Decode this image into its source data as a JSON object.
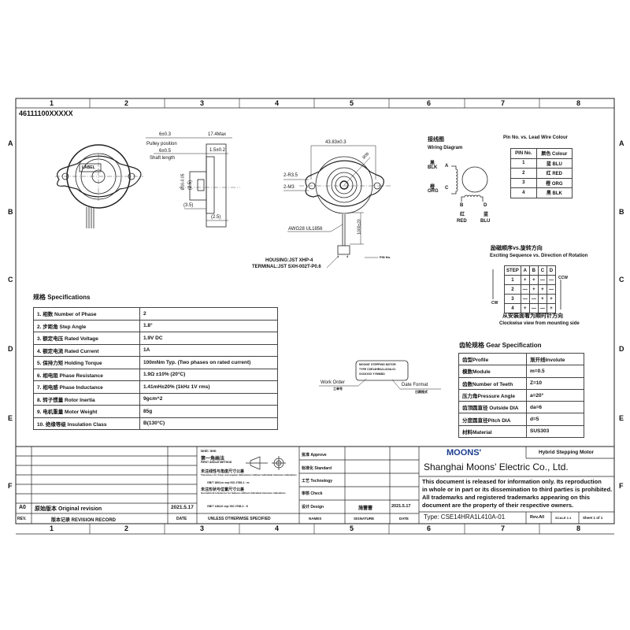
{
  "zones": {
    "columns": [
      "1",
      "2",
      "3",
      "4",
      "5",
      "6",
      "7",
      "8"
    ],
    "rows": [
      "A",
      "B",
      "C",
      "D",
      "E",
      "F"
    ]
  },
  "part_number": "46111100XXXXX",
  "views": {
    "front_label": "LABEL",
    "side": {
      "dim1": "6±0.3",
      "dim1_label": "Pulley position",
      "dim2": "6±0.5",
      "dim2_label": "Shaft length",
      "dim3": "17.4Max",
      "dim4": "1.5±0.2",
      "dim5": "Ø16-0.05",
      "dim6": "(2.5)",
      "dim7": "(3.5)",
      "dim8": "(2.5)"
    },
    "rear": {
      "width": "43.83±0.3",
      "diameter": "Ø36",
      "r": "2-R3.5",
      "m": "2-M3",
      "wire": "AWG28  UL1856",
      "lead_length": "1000±20",
      "pins": [
        "1",
        "4"
      ],
      "pin_no": "PIN No.",
      "housing": "HOUSING:JST XHP-4",
      "terminal": "TERMINAL:JST SXH-002T-P0.6"
    }
  },
  "label_sample": {
    "lines": [
      "MOONS' STEPPING MOTOR",
      "TYPE CSE14HRA1L410A-01",
      "XXXXXXX  YYMMDD"
    ],
    "work_order": "Work  Order",
    "work_order_cn": "工单号",
    "date_format": "Date  Format",
    "date_format_cn": "日期格式"
  },
  "wiring": {
    "title_cn": "接线图",
    "title": "Wiring Diagram",
    "a": {
      "cn": "黑",
      "en": "BLK",
      "letter": "A"
    },
    "c": {
      "cn": "橙",
      "en": "ORG",
      "letter": "C"
    },
    "b": {
      "cn": "红",
      "en": "RED",
      "letter": "B"
    },
    "d": {
      "cn": "蓝",
      "en": "BLU",
      "letter": "D"
    }
  },
  "pin_table": {
    "title": "Pin No. vs. Lead Wire Colour",
    "headers": [
      "PIN No.",
      "颜色 Colour"
    ],
    "rows": [
      [
        "1",
        "蓝 BLU"
      ],
      [
        "2",
        "红 RED"
      ],
      [
        "3",
        "橙 ORG"
      ],
      [
        "4",
        "黑 BLK"
      ]
    ]
  },
  "sequence": {
    "title_cn": "励磁顺序vs.旋转方向",
    "title": "Exciting Sequence vs. Direction of Rotation",
    "headers": [
      "STEP",
      "A",
      "B",
      "C",
      "D"
    ],
    "rows": [
      [
        "1",
        "+",
        "+",
        "—",
        "—"
      ],
      [
        "2",
        "—",
        "+",
        "+",
        "—"
      ],
      [
        "3",
        "—",
        "—",
        "+",
        "+"
      ],
      [
        "4",
        "+",
        "—",
        "—",
        "+"
      ]
    ],
    "ccw": "CCW",
    "cw": "CW",
    "note_cn": "从安装面看为顺时针方向",
    "note": "Clockwise view from mounting side"
  },
  "specs": {
    "title": "规格 Specifications",
    "rows": [
      [
        "1. 相数 Number of Phase",
        "2"
      ],
      [
        "2. 步距角 Step Angle",
        "1.8°"
      ],
      [
        "3. 额定电压 Rated Voltage",
        "1.9V DC"
      ],
      [
        "4. 额定电流 Rated Current",
        "1A"
      ],
      [
        "5. 保持力矩 Holding Torque",
        "100mNm Typ. (Two phases on rated current)"
      ],
      [
        "6. 相电阻 Phase Resistance",
        "1.9Ω ±10% (20°C)"
      ],
      [
        "7. 相电感 Phase Inductance",
        "1.41mH±20% (1kHz 1V rms)"
      ],
      [
        "8. 转子惯量 Rotor Inertia",
        "9gcm^2"
      ],
      [
        "9. 电机重量 Motor Weight",
        "85g"
      ],
      [
        "10. 绝缘等级 Insulation Class",
        "B(130°C)"
      ]
    ]
  },
  "gear": {
    "title": "齿轮规格 Gear Specification",
    "rows": [
      [
        "齿型Profile",
        "渐开线Involute"
      ],
      [
        "模数Module",
        "m=0.5"
      ],
      [
        "齿数Number of Teeth",
        "Z=10"
      ],
      [
        "压力角Pressure Angle",
        "a=20°"
      ],
      [
        "齿顶圆直径 Outside DIA",
        "da=6"
      ],
      [
        "分度圆直径Pitch DIA",
        "d=5"
      ],
      [
        "材料Material",
        "SUS303"
      ]
    ]
  },
  "title_block": {
    "revision": {
      "rev": "A0",
      "desc": "原始版本  Original  revision",
      "date": "2021.5.17",
      "h_rev": "REV.",
      "h_desc": "版本记录  REVISION  RECORD",
      "h_date": "DATE"
    },
    "unless": {
      "unit": "Unit: mm",
      "angle_cn": "第一角画法",
      "angle": "FIRST ANGLE METHOD",
      "tol1_cn": "未注线性与角度尺寸公差",
      "tol1": "Tolerances for linear and angular dimensions without individual tolerance indications",
      "std1": "GB/T 1804-m  eqv ISO 2768-1 : m",
      "tol2_cn": "未注形状与位置尺寸公差",
      "tol2": "Geometrical tolerances for features without individual tolerance indications",
      "std2": "GB/T 1184-K  eqv ISO 2768-2 : K",
      "footer": "UNLESS  OTHERWISE  SPECIFIED"
    },
    "approvals": {
      "rows": [
        "批准 Approve",
        "标准化 Standard",
        "工艺 Technology",
        "审核 Check",
        "设计 Design"
      ],
      "design_signature": "施蕾蕾",
      "design_date": "2021.5.17",
      "h_names": "NAMES",
      "h_signature": "SIGNATURE",
      "h_date": "DATE"
    },
    "company": {
      "logo": "MOONS'",
      "product": "Hybrid Stepping Motor",
      "name": "Shanghai Moons' Electric Co., Ltd.",
      "disclaimer": [
        "This document is released for information only. Its reproduction",
        "in whole or in part or its dissemination to third parties is prohibited.",
        "All trademarks and registered trademarks appearing on this",
        "document are the property of their respective owners."
      ],
      "type": "Type: CSE14HRA1L410A-01",
      "rev": "Rev.A0",
      "scale": "SCALE 1:1",
      "sheet": "Sheet 1 of 1"
    },
    "logo_color": "#1a3d8f"
  }
}
